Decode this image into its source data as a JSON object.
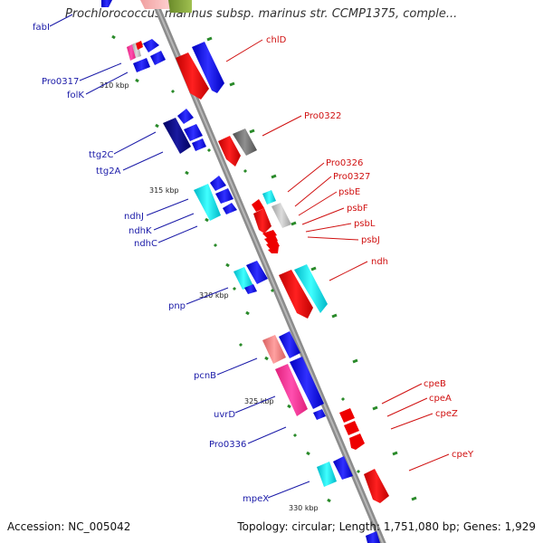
{
  "title": "Prochlorococcus marinus subsp. marinus str. CCMP1375, comple...",
  "footer": {
    "accession": "Accession: NC_005042",
    "info": "Topology: circular; Length: 1,751,080 bp; Genes: 1,929"
  },
  "ticks": [
    "310 kbp",
    "315 kbp",
    "320 kbp",
    "325 kbp",
    "330 kbp"
  ],
  "left_labels": [
    "fabI",
    "Pro0317",
    "folK",
    "ttg2C",
    "ttg2A",
    "ndhJ",
    "ndhK",
    "ndhC",
    "pnp",
    "pcnB",
    "uvrD",
    "Pro0336",
    "mpeX"
  ],
  "right_labels": [
    "chlD",
    "Pro0322",
    "Pro0326",
    "Pro0327",
    "psbE",
    "psbF",
    "psbL",
    "psbJ",
    "ndh",
    "cpeB",
    "cpeA",
    "cpeZ",
    "cpeY"
  ],
  "colors": {
    "backbone": "#9a9a9a",
    "left_label": "#1a1aa8",
    "right_label": "#d01010",
    "blue": "#0000ee",
    "navy": "#000080",
    "cyan": "#00e8e8",
    "red": "#ee0000",
    "pink": "#ff3399",
    "salmon": "#f08080",
    "gray": "#707070",
    "tick_green": "#2a8a2a"
  }
}
